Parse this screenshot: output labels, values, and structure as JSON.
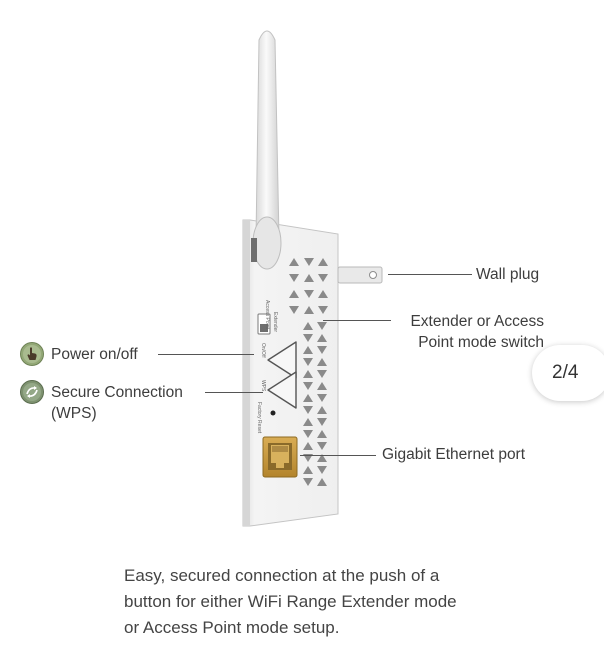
{
  "callouts": {
    "wall_plug": "Wall plug",
    "mode_switch_line1": "Extender or Access",
    "mode_switch_line2": "Point mode switch",
    "gigabit_port": "Gigabit Ethernet port",
    "power": "Power on/off",
    "wps_line1": "Secure Connection",
    "wps_line2": "(WPS)"
  },
  "device_labels": {
    "switch_top": "Extender",
    "switch_bottom": "Access Point",
    "power": "On/Off",
    "wps": "WPS",
    "reset": "Factory Reset"
  },
  "page_indicator": "2/4",
  "caption": {
    "line1": "Easy, secured connection at the push of a",
    "line2": "button for either WiFi Range Extender mode",
    "line3": "or Access Point mode setup."
  },
  "icons": {
    "power": "hand-pointer-icon",
    "wps": "wps-arrows-icon"
  },
  "colors": {
    "device_body": "#f3f3f3",
    "device_outline": "#c8c8c8",
    "vent_triangle": "#8a8a8a",
    "ethernet_port": "#c79a3d",
    "icon_green": "#8aa06e"
  }
}
